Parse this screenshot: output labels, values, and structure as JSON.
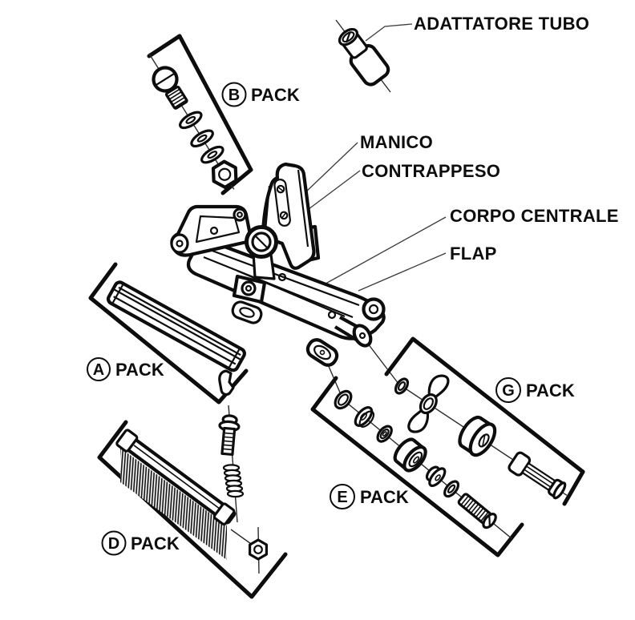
{
  "figure": {
    "type": "exploded-parts-diagram",
    "background": "#ffffff",
    "ink": "#0d0d0d",
    "labels": {
      "tube_adapter": "ADATTATORE TUBO",
      "handle": "MANICO",
      "counterweight": "CONTRAPPESO",
      "central_body": "CORPO CENTRALE",
      "flap": "FLAP"
    },
    "packs": {
      "a": {
        "letter": "A",
        "word": "PACK"
      },
      "b": {
        "letter": "B",
        "word": "PACK"
      },
      "d": {
        "letter": "D",
        "word": "PACK"
      },
      "e": {
        "letter": "E",
        "word": "PACK"
      },
      "g": {
        "letter": "G",
        "word": "PACK"
      }
    }
  }
}
